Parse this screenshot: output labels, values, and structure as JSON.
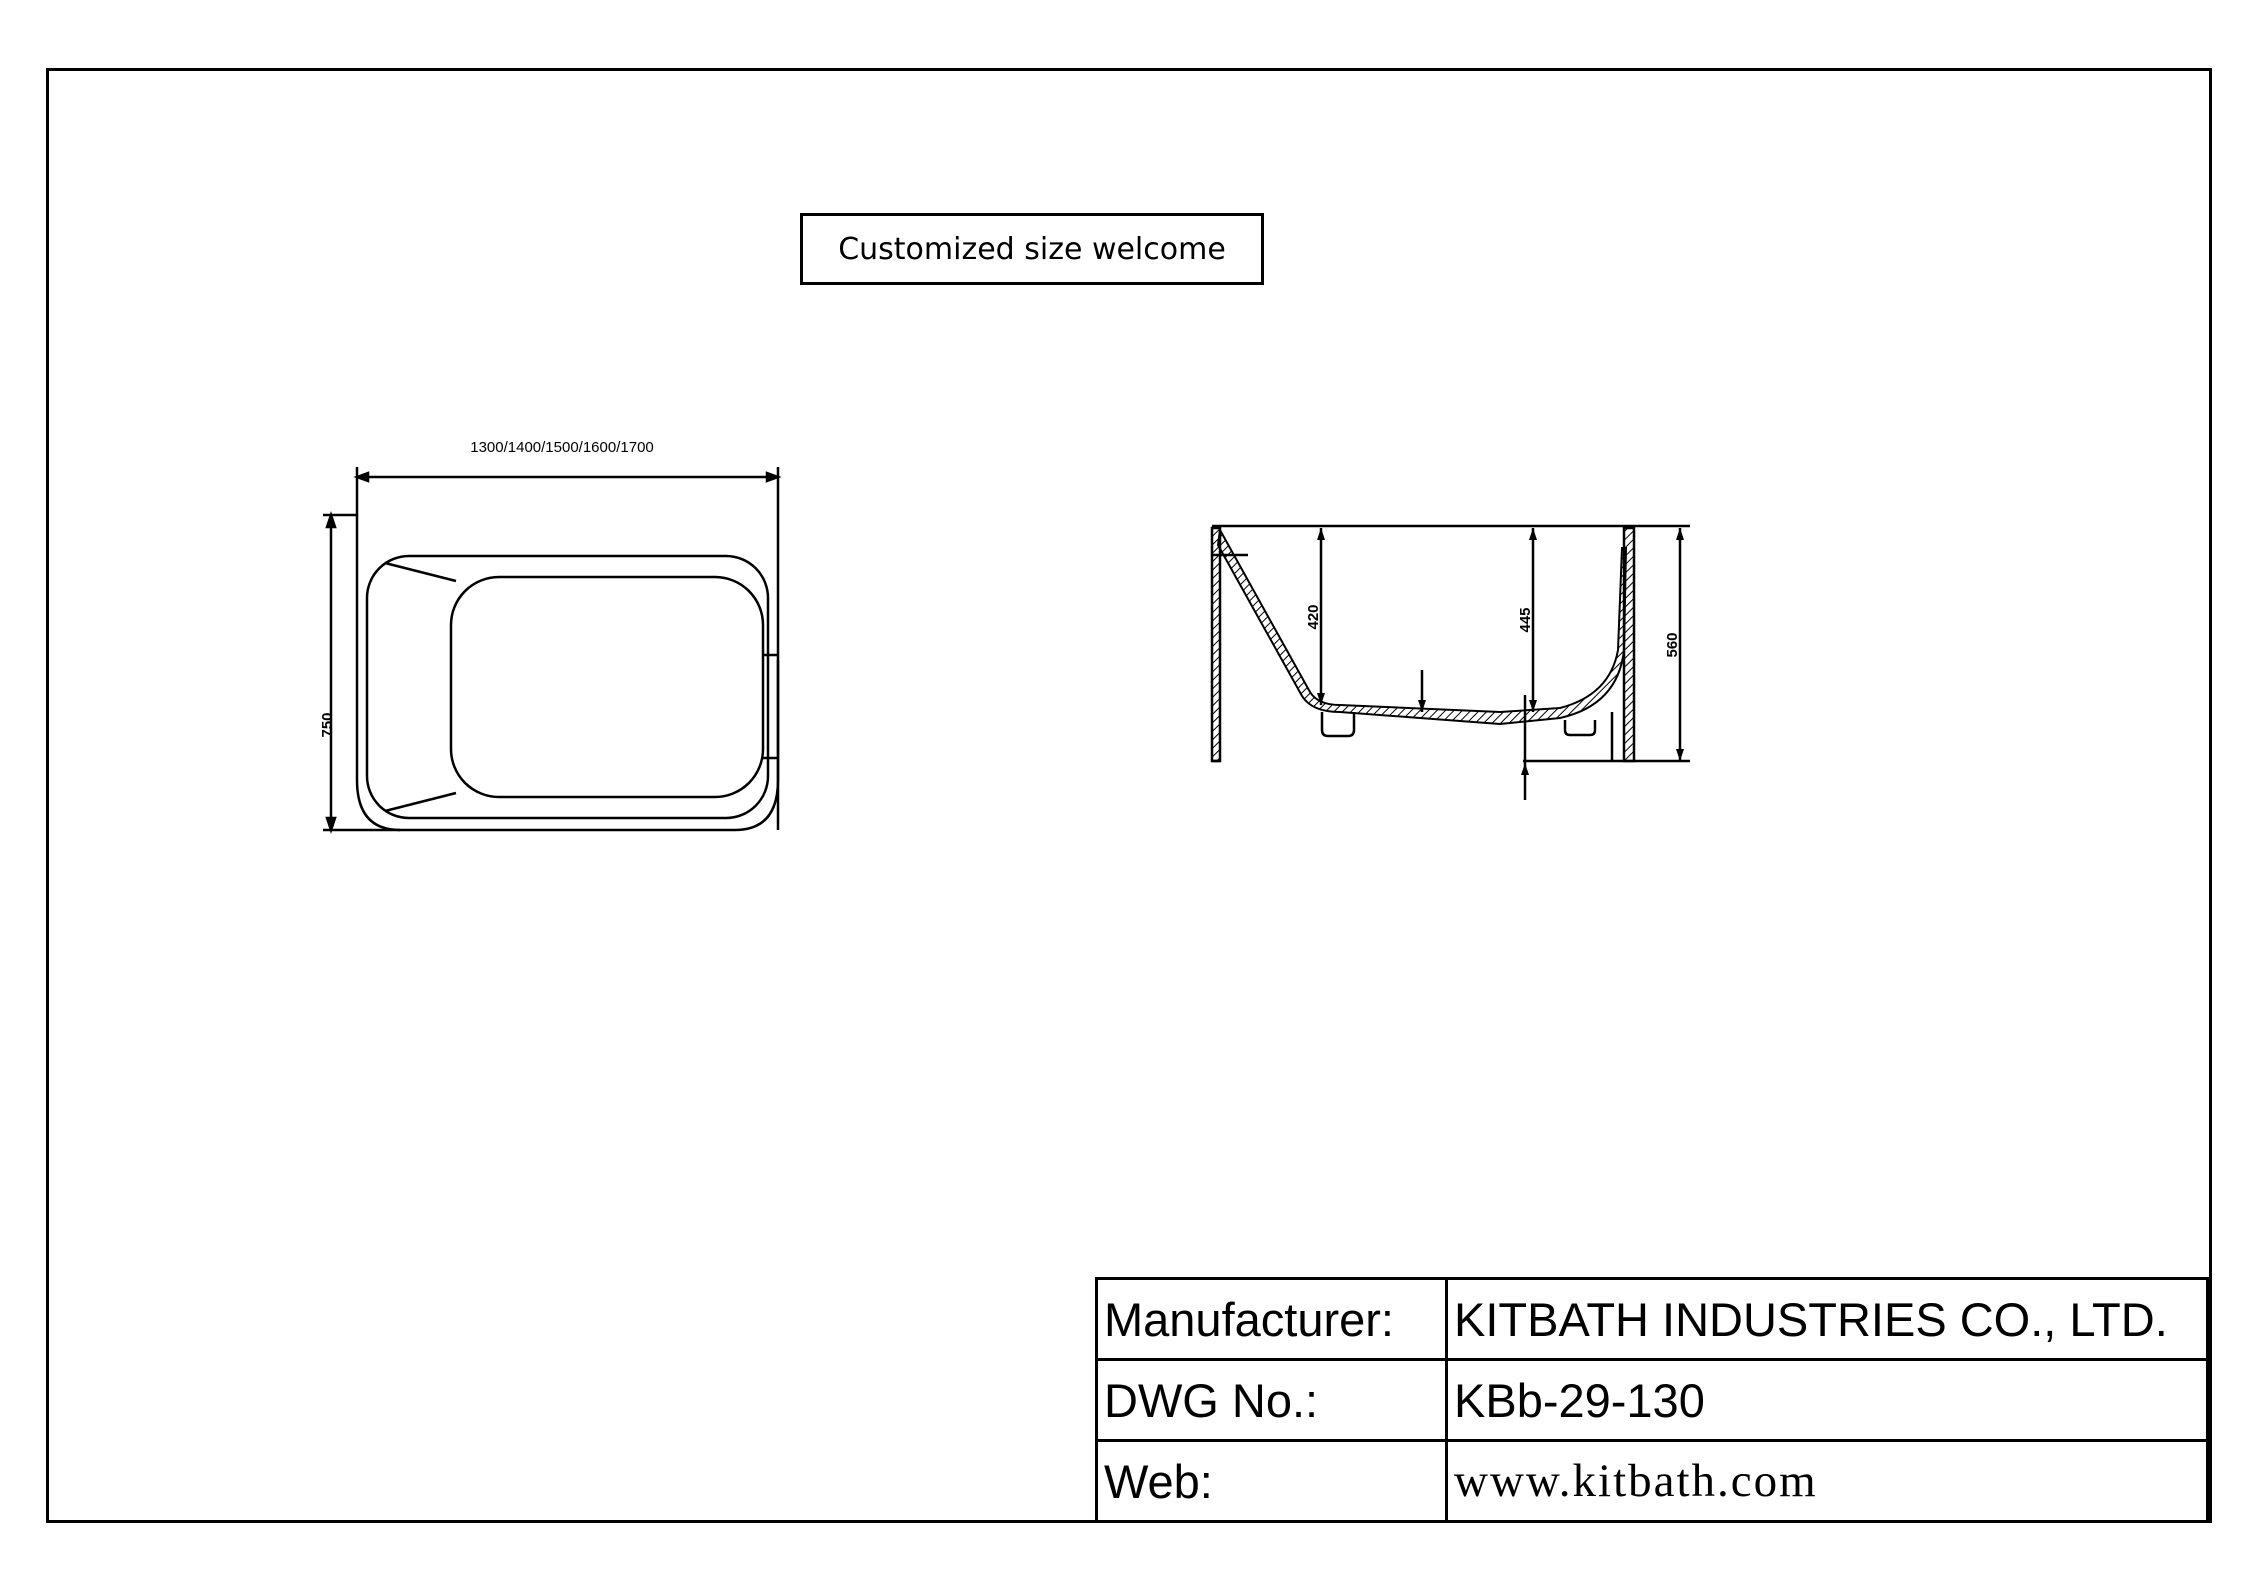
{
  "note": "Customized size welcome",
  "plan_view": {
    "length_dim": "1300/1400/1500/1600/1700",
    "width_dim": "750"
  },
  "section_view": {
    "dim_a": "420",
    "dim_b": "445",
    "dim_height": "560"
  },
  "title_block": {
    "manufacturer_label": "Manufacturer:",
    "manufacturer_value": "KITBATH INDUSTRIES CO., LTD.",
    "dwg_label": "DWG No.:",
    "dwg_value": "KBb-29-130",
    "web_label": "Web:",
    "web_value": "www.kitbath.com"
  }
}
